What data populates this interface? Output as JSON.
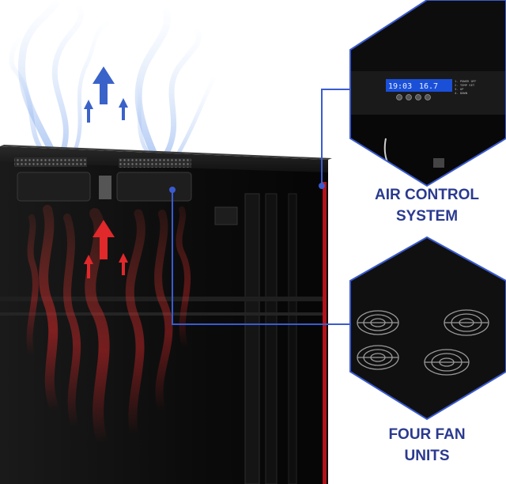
{
  "callouts": {
    "air_control": {
      "line1": "AIR CONTROL",
      "line2": "SYSTEM"
    },
    "fan_units": {
      "line1": "FOUR FAN",
      "line2": "UNITS"
    }
  },
  "controller_display": {
    "time": "19:03",
    "temperature": "16.7",
    "menu_items": [
      "1. POWER OFF",
      "2. TEMP SET",
      "3. UP",
      "4. DOWN"
    ]
  },
  "colors": {
    "accent_blue": "#2a3a8f",
    "callout_line": "#3a5bd0",
    "cool_air": "#3a63c9",
    "hot_air": "#d9262a",
    "cabinet": "#111111"
  },
  "icons": {
    "cool_arrow": "arrow-up-icon",
    "hot_arrow": "arrow-up-icon",
    "fan": "fan-grille-icon"
  }
}
